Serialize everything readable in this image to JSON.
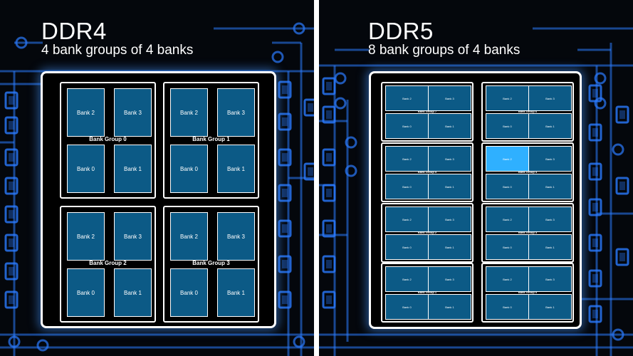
{
  "colors": {
    "bank_fill": "#0c5a86",
    "bank_active": "#2fb0ff",
    "circuit": "#2b7bff",
    "background": "#000000"
  },
  "panels": [
    {
      "title": "DDR4",
      "subtitle": "4 bank groups of 4 banks",
      "groups": [
        {
          "label": "Bank Group 0",
          "banks": [
            "Bank 2",
            "Bank 3",
            "Bank 0",
            "Bank 1"
          ]
        },
        {
          "label": "Bank Group 1",
          "banks": [
            "Bank 2",
            "Bank 3",
            "Bank 0",
            "Bank 1"
          ]
        },
        {
          "label": "Bank Group 2",
          "banks": [
            "Bank 2",
            "Bank 3",
            "Bank 0",
            "Bank 1"
          ]
        },
        {
          "label": "Bank Group 3",
          "banks": [
            "Bank 2",
            "Bank 3",
            "Bank 0",
            "Bank 1"
          ]
        }
      ]
    },
    {
      "title": "DDR5",
      "subtitle": "8 bank groups of 4 banks",
      "groups": [
        {
          "label": "Bank Group 7",
          "banks": [
            "Bank 2",
            "Bank 3",
            "Bank 0",
            "Bank 1"
          ]
        },
        {
          "label": "Bank Group 6",
          "banks": [
            "Bank 2",
            "Bank 3",
            "Bank 0",
            "Bank 1"
          ]
        },
        {
          "label": "Bank Group 5",
          "banks": [
            "Bank 2",
            "Bank 3",
            "Bank 0",
            "Bank 1"
          ]
        },
        {
          "label": "Bank Group 4",
          "banks": [
            "Bank 2",
            "Bank 3",
            "Bank 0",
            "Bank 1"
          ],
          "highlighted_bank": "Bank 2"
        },
        {
          "label": "Bank Group 2",
          "banks": [
            "Bank 2",
            "Bank 3",
            "Bank 0",
            "Bank 1"
          ]
        },
        {
          "label": "Bank Group 3",
          "banks": [
            "Bank 2",
            "Bank 3",
            "Bank 0",
            "Bank 1"
          ]
        },
        {
          "label": "Bank Group 1",
          "banks": [
            "Bank 2",
            "Bank 3",
            "Bank 0",
            "Bank 1"
          ]
        },
        {
          "label": "Bank Group 0",
          "banks": [
            "Bank 2",
            "Bank 3",
            "Bank 0",
            "Bank 1"
          ]
        }
      ]
    }
  ]
}
